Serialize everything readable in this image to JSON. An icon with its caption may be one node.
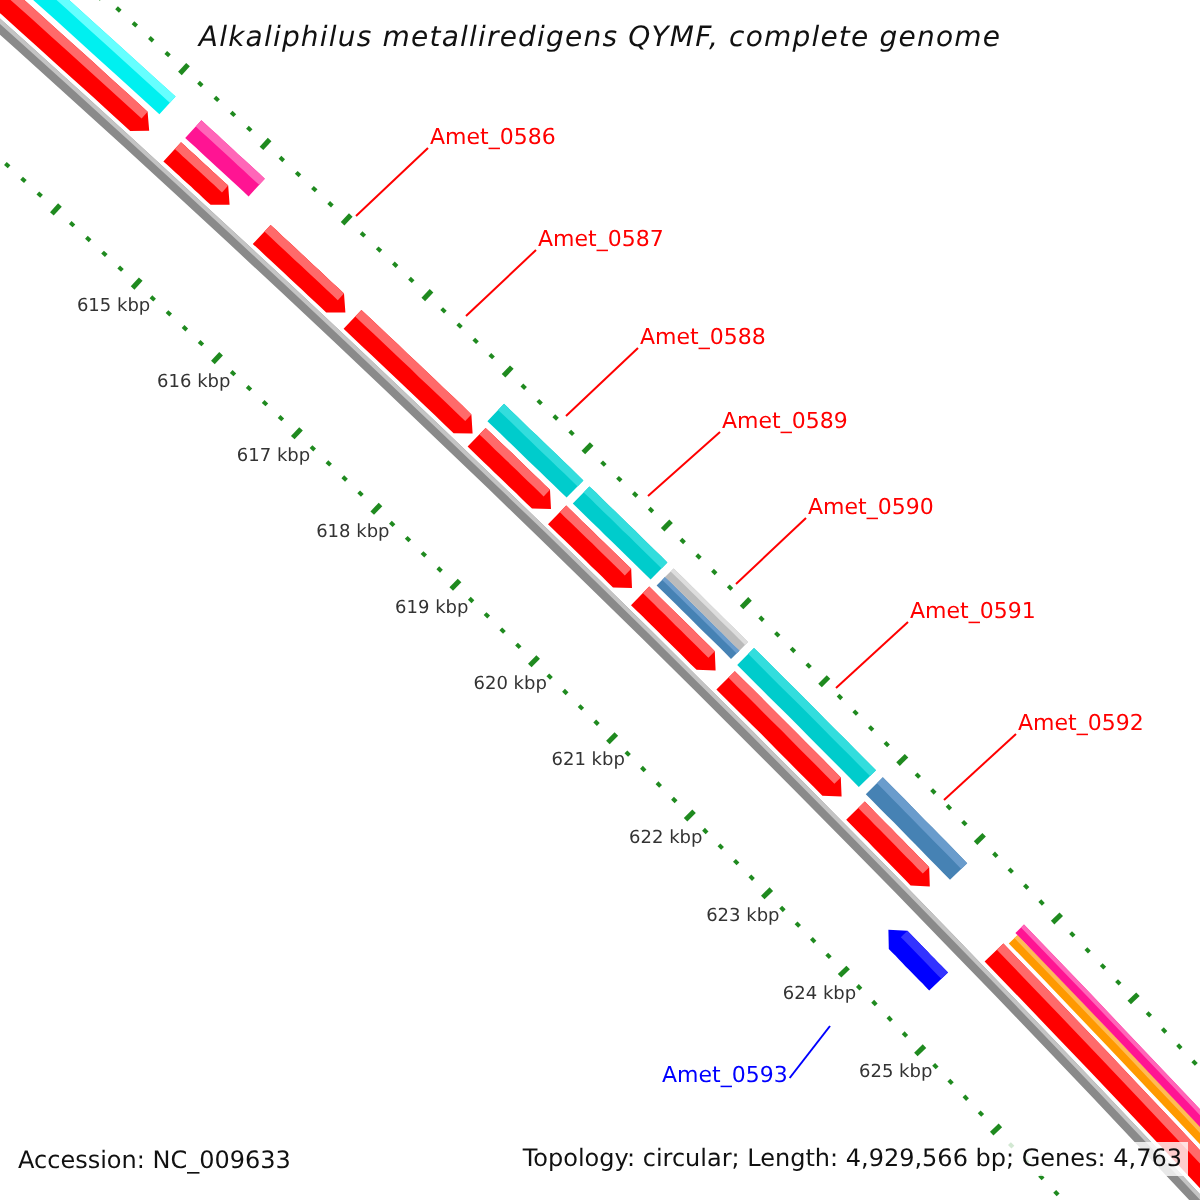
{
  "diagram": {
    "title": "Alkaliphilus metalliredigens QYMF, complete genome",
    "nodes": [
      {
        "text": [
          "Amet_0586"
        ]
      },
      {
        "text": [
          "Amet_0587"
        ]
      },
      {
        "text": [
          "Amet_0588"
        ]
      },
      {
        "text": [
          "Amet_0589"
        ]
      },
      {
        "text": [
          "Amet_0590"
        ]
      },
      {
        "text": [
          "Amet_0591"
        ]
      },
      {
        "text": [
          "Amet_0592"
        ]
      },
      {
        "text": [
          "Amet_0593"
        ]
      }
    ],
    "edges": [
      {
        "from": 0,
        "to": null,
        "arrow": "none"
      },
      {
        "from": 1,
        "to": null,
        "arrow": "none"
      },
      {
        "from": 2,
        "to": null,
        "arrow": "none"
      },
      {
        "from": 3,
        "to": null,
        "arrow": "none"
      },
      {
        "from": 4,
        "to": null,
        "arrow": "none"
      },
      {
        "from": 5,
        "to": null,
        "arrow": "none"
      },
      {
        "from": 6,
        "to": null,
        "arrow": "none"
      },
      {
        "from": 7,
        "to": null,
        "arrow": "none",
        "color": "#0000ff"
      }
    ],
    "labels": [
      "615 kbp",
      "616 kbp",
      "617 kbp",
      "618 kbp",
      "619 kbp",
      "620 kbp",
      "621 kbp",
      "622 kbp",
      "623 kbp",
      "624 kbp",
      "625 kbp",
      "Accession: NC_009633",
      "Topology: circular; Length: 4,929,566 bp; Genes: 4,763"
    ]
  }
}
